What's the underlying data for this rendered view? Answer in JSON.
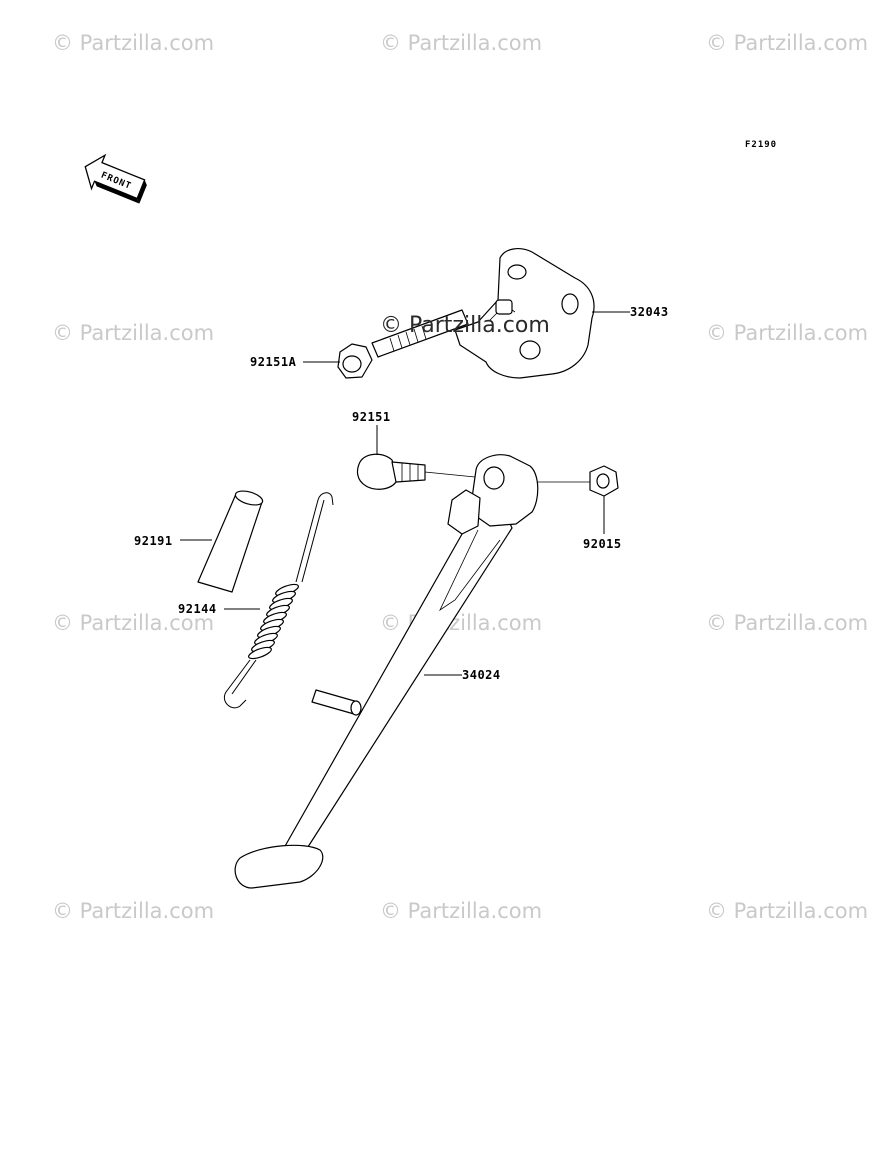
{
  "diagram": {
    "figure_code": "F2190",
    "direction_label": "FRONT",
    "watermark_text": "© Partzilla.com",
    "center_watermark_text": "© Partzilla.com",
    "parts": [
      {
        "id": "32043",
        "label": "32043"
      },
      {
        "id": "92151A",
        "label": "92151A"
      },
      {
        "id": "92151",
        "label": "92151"
      },
      {
        "id": "92015",
        "label": "92015"
      },
      {
        "id": "92191",
        "label": "92191"
      },
      {
        "id": "92144",
        "label": "92144"
      },
      {
        "id": "34024",
        "label": "34024"
      }
    ]
  }
}
